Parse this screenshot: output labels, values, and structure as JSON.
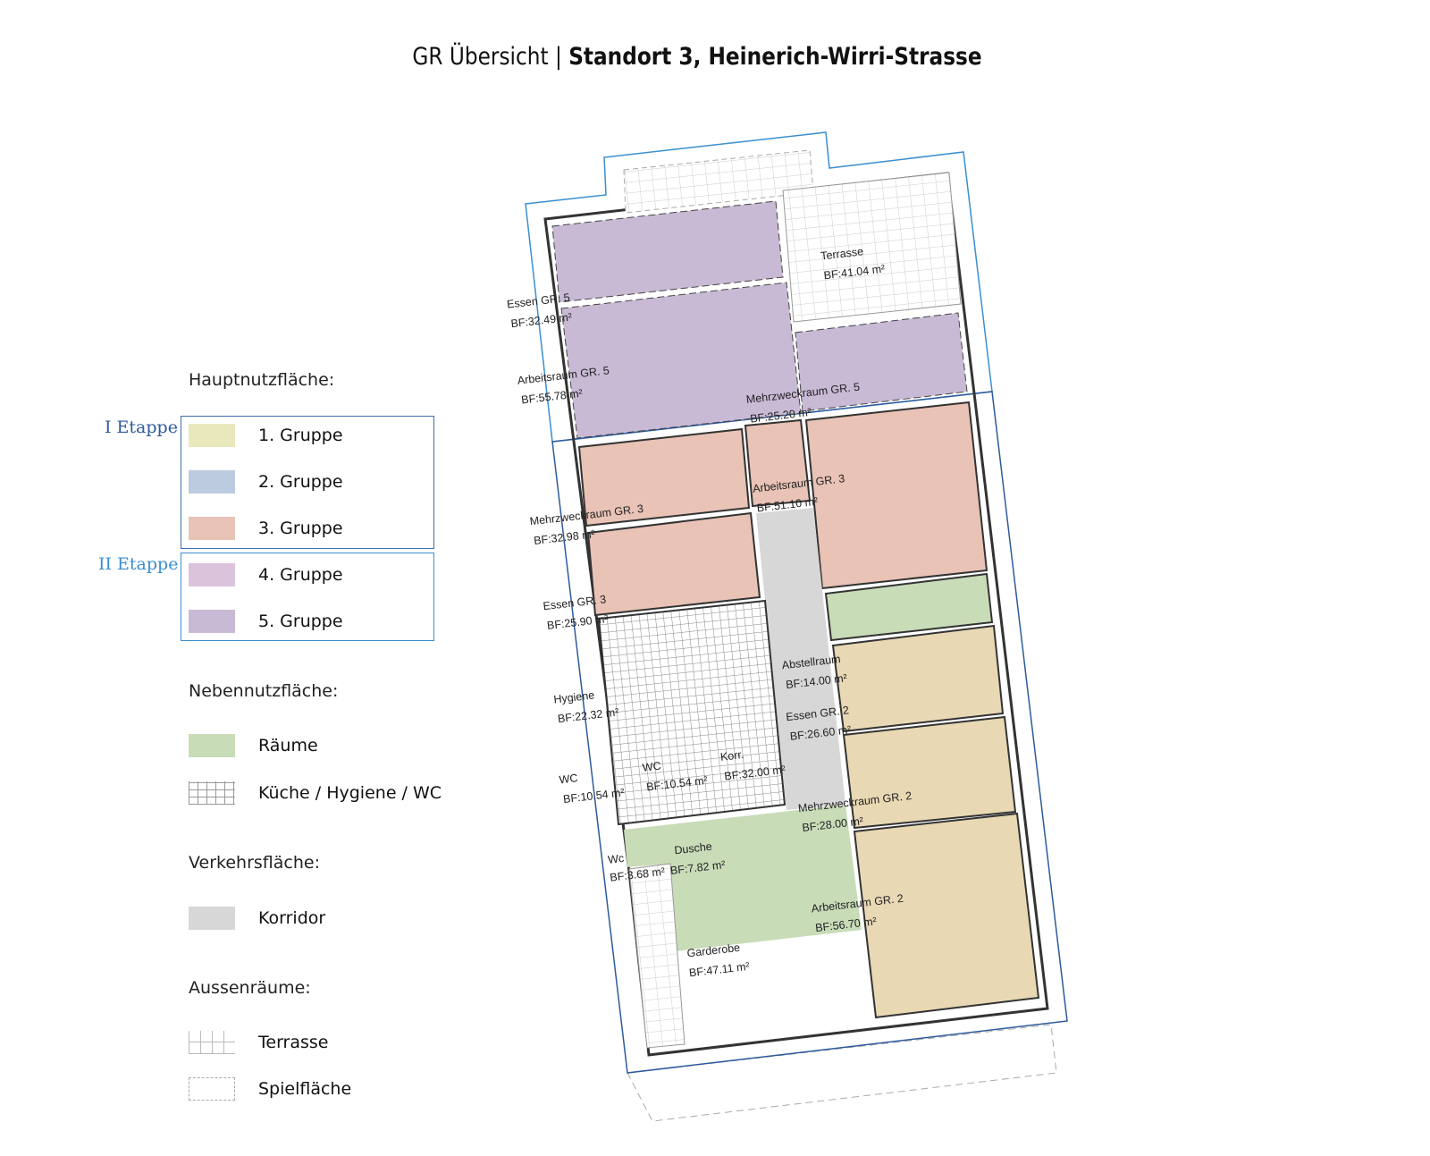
{
  "title": {
    "prefix": "GR Übersicht | ",
    "main": "Standort 3, Heinerich-Wirri-Strasse"
  },
  "legend": {
    "hauptnutz": "Hauptnutzfläche:",
    "etappe1": "I Etappe",
    "etappe2": "II Etappe",
    "groups": [
      {
        "label": "1. Gruppe",
        "color": "#e8e8bc"
      },
      {
        "label": "2. Gruppe",
        "color": "#bccbe0"
      },
      {
        "label": "3. Gruppe",
        "color": "#e8c3b6"
      },
      {
        "label": "4. Gruppe",
        "color": "#dcc3dc"
      },
      {
        "label": "5. Gruppe",
        "color": "#c8bad5"
      }
    ],
    "nebennutz": "Nebennutzfläche:",
    "raeume": "Räume",
    "kueche": "Küche / Hygiene / WC",
    "verkehr": "Verkehrsfläche:",
    "korridor": "Korridor",
    "aussen": "Aussenräume:",
    "terrasse": "Terrasse",
    "spielflaeche": "Spielfläche"
  },
  "colors": {
    "etappe1": "#2d5a9c",
    "etappe2": "#3a8fd0",
    "raeume": "#c8dcb8",
    "korridor": "#d8d7d8",
    "gruppe2_plan": "#e8d8b4"
  },
  "rooms": {
    "essen5": {
      "name": "Essen GR. 5",
      "area": "BF:32.49 m²"
    },
    "arbeit5": {
      "name": "Arbeitsraum GR. 5",
      "area": "BF:55.78 m²"
    },
    "mehr5": {
      "name": "Mehrzweckraum GR. 5",
      "area": "BF:25.20 m²"
    },
    "terrasse": {
      "name": "Terrasse",
      "area": "BF:41.04 m²"
    },
    "mehr3": {
      "name": "Mehrzweckraum GR. 3",
      "area": "BF:32.98 m²"
    },
    "arbeit3": {
      "name": "Arbeitsraum GR. 3",
      "area": "BF:51.10 m²"
    },
    "essen3": {
      "name": "Essen GR. 3",
      "area": "BF:25.90 m²"
    },
    "abstell": {
      "name": "Abstellraum",
      "area": "BF:14.00 m²"
    },
    "hygiene": {
      "name": "Hygiene",
      "area": "BF:22.32 m²"
    },
    "wc1": {
      "name": "WC",
      "area": "BF:10.54 m²"
    },
    "wc2": {
      "name": "WC",
      "area": "BF:10.54 m²"
    },
    "korr": {
      "name": "Korr.",
      "area": "BF:32.00 m²"
    },
    "essen2": {
      "name": "Essen GR. 2",
      "area": "BF:26.60 m²"
    },
    "wc3": {
      "name": "Wc",
      "area": "BF:3.68 m²"
    },
    "dusche": {
      "name": "Dusche",
      "area": "BF:7.82 m²"
    },
    "mehr2": {
      "name": "Mehrzweckraum GR. 2",
      "area": "BF:28.00 m²"
    },
    "garderobe": {
      "name": "Garderobe",
      "area": "BF:47.11 m²"
    },
    "arbeit2": {
      "name": "Arbeitsraum GR. 2",
      "area": "BF:56.70 m²"
    }
  }
}
